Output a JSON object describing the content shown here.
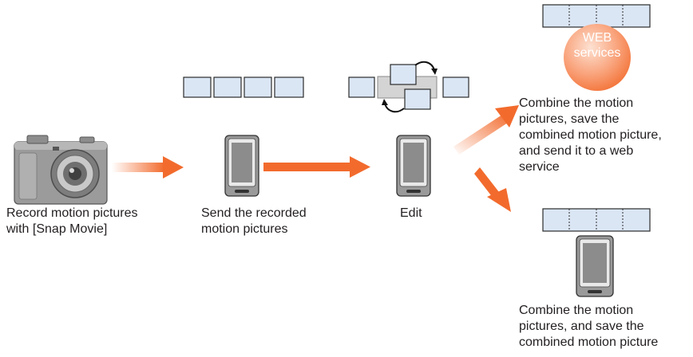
{
  "steps": {
    "record": {
      "caption_line1": "Record motion pictures",
      "caption_line2": "with [Snap Movie]"
    },
    "send": {
      "caption_line1": "Send the recorded",
      "caption_line2": "motion pictures"
    },
    "edit": {
      "caption": "Edit"
    },
    "web": {
      "badge_line1": "WEB",
      "badge_line2": "services",
      "caption_lines": [
        "Combine the motion",
        "pictures, save the",
        "combined motion picture,",
        "and send it to a web",
        "service"
      ]
    },
    "save": {
      "caption_lines": [
        "Combine the motion",
        "pictures, and save the",
        "combined motion picture"
      ]
    }
  },
  "colors": {
    "arrow": "#f26b2d",
    "clip_fill": "#dbe6f5",
    "clip_stroke": "#2b2b2b",
    "web_badge": "#f58a5c",
    "text": "#231f20"
  }
}
